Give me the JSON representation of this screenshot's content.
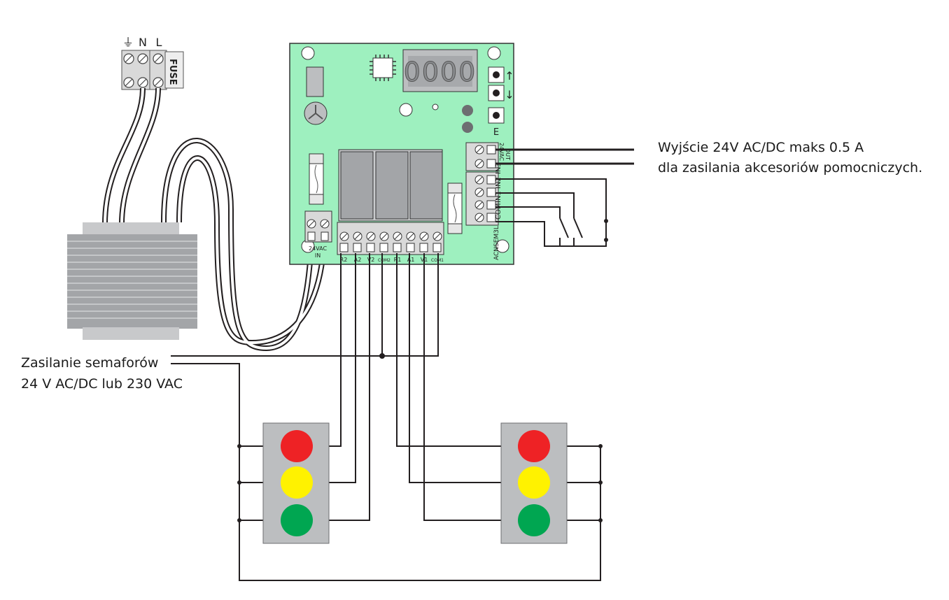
{
  "mains_terminal": {
    "earth_symbol": "⏚",
    "neutral_label": "N",
    "live_label": "L",
    "fuse_label": "FUSE"
  },
  "controller": {
    "display_digits": "0000",
    "up_symbol": "↑",
    "down_symbol": "↓",
    "enter_label": "E",
    "power_in_label_1": "24VAC",
    "power_in_label_2": "IN",
    "acc_out_label_1": "24VAC",
    "acc_out_label_2": "OUT",
    "input_labels": [
      "IN3",
      "IN2",
      "IN1",
      "COM"
    ],
    "board_name": "ACNSEM3L",
    "output_terminals": [
      "R2",
      "A2",
      "V2",
      "COM2",
      "R1",
      "A1",
      "V1",
      "COM1"
    ]
  },
  "notes": {
    "output_line1": "Wyjście 24V AC/DC maks 0.5 A",
    "output_line2": "dla zasilania akcesoriów pomocniczych.",
    "supply_line1": "Zasilanie semaforów",
    "supply_line2": "24 V AC/DC  lub  230 VAC"
  },
  "colors": {
    "board": "#9ef0bf",
    "lamp_red": "#ee2225",
    "lamp_yellow": "#fff200",
    "lamp_green": "#00a651",
    "housing": "#bcbec0",
    "wire": "#231f20"
  }
}
